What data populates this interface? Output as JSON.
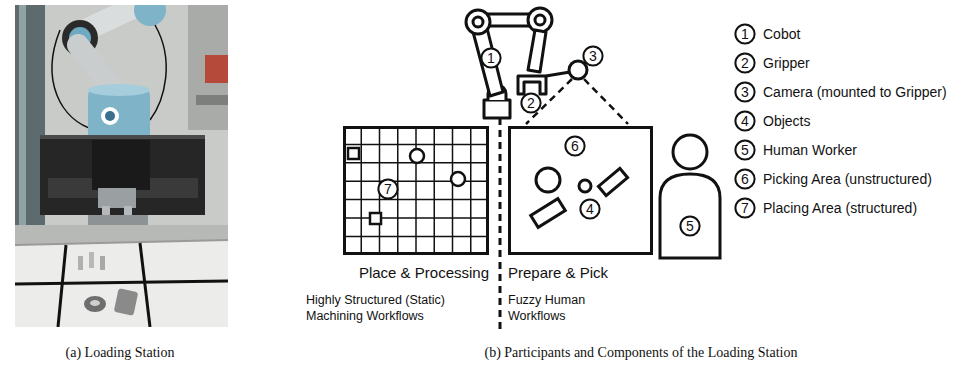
{
  "diagram": {
    "nodes": [
      {
        "text": [
          "Place & Processing"
        ]
      },
      {
        "text": [
          "7"
        ],
        "in": 0
      },
      {
        "text": [
          "Prepare & Pick"
        ]
      },
      {
        "text": [
          "6"
        ],
        "in": 2
      },
      {
        "text": [
          "4"
        ],
        "in": 2
      },
      {
        "text": [
          "1"
        ]
      },
      {
        "text": [
          "2"
        ]
      },
      {
        "text": [
          "3"
        ]
      },
      {
        "text": [
          "5"
        ]
      },
      {
        "text": [
          "1"
        ]
      },
      {
        "text": [
          "2"
        ]
      },
      {
        "text": [
          "3"
        ]
      },
      {
        "text": [
          "4"
        ]
      },
      {
        "text": [
          "5"
        ]
      },
      {
        "text": [
          "6"
        ]
      },
      {
        "text": [
          "7"
        ]
      }
    ],
    "labels": [
      "Highly Structured (Static) Machining Workflows",
      "Fuzzy Human Workflows",
      "(a) Loading Station",
      "(b) Participants and Components of the Loading Station"
    ],
    "legend": [
      {
        "text": "Cobot"
      },
      {
        "text": "Gripper"
      },
      {
        "text": "Camera (mounted to Gripper)"
      },
      {
        "text": "Objects"
      },
      {
        "text": "Human Worker"
      },
      {
        "text": "Picking Area (unstructured)"
      },
      {
        "text": "Placing Area (structured)"
      }
    ]
  }
}
